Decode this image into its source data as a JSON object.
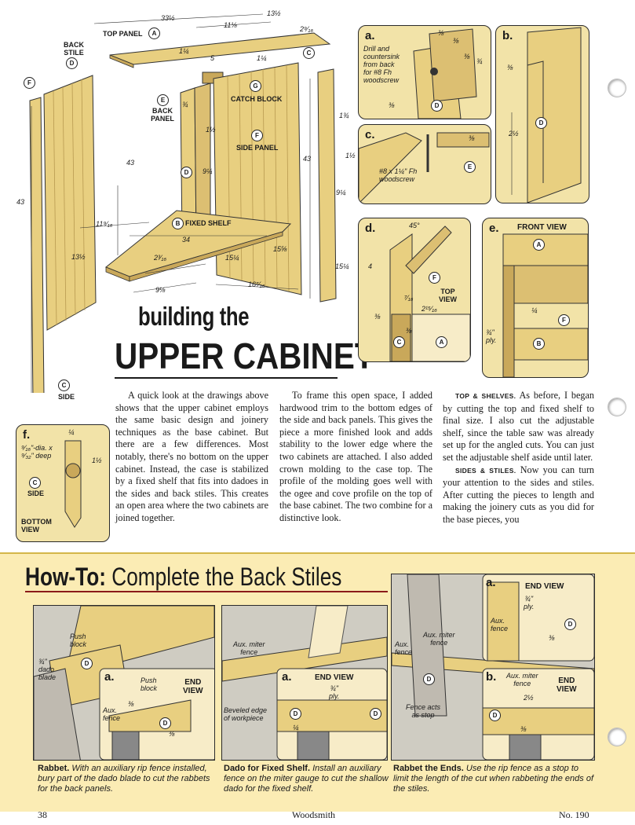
{
  "main_drawing": {
    "parts": {
      "top_panel": "TOP PANEL",
      "back_stile": "BACK STILE",
      "back_panel": "BACK PANEL",
      "catch_block": "CATCH BLOCK",
      "side_panel": "SIDE PANEL",
      "fixed_shelf": "FIXED SHELF",
      "side": "SIDE"
    },
    "letters": {
      "a": "A",
      "b": "B",
      "c": "C",
      "d": "D",
      "e": "E",
      "f": "F",
      "g": "G"
    },
    "dims": {
      "d33": "33½",
      "d13": "13½",
      "d11": "11⅛",
      "d2_9": "2⁹⁄₁₆",
      "d1_4": "1¼",
      "d5": "5",
      "d1_4b": "1¼",
      "d3_4": "¾",
      "d1_3_4": "1¾",
      "d1_half": "1½",
      "d1_half_b": "1½",
      "d43a": "43",
      "d43b": "43",
      "d43c": "43",
      "d9_4": "9¼",
      "d9_4b": "9¼",
      "d11_9": "11⁹⁄₁₆",
      "d34": "34",
      "d13_half": "13½",
      "d2_3": "2³⁄₁₆",
      "d15_4": "15¼",
      "d15_8": "15⅝",
      "d15_4b": "15¼",
      "d9_8": "9⅛",
      "d16_7": "16⁷⁄₁₆"
    }
  },
  "title": {
    "line1": "building the",
    "line2": "UPPER CABINET"
  },
  "detail_a": {
    "letter": "a.",
    "note": [
      "Drill and",
      "countersink",
      "from back",
      "for #8 Fh",
      "woodscrew"
    ],
    "dims": [
      "⅜",
      "⅜",
      "⅜",
      "¾",
      "⅜"
    ]
  },
  "detail_b": {
    "letter": "b.",
    "dims": [
      "⅜",
      "2½"
    ]
  },
  "detail_c": {
    "letter": "c.",
    "note": [
      "#8 x 1¼\" Fh",
      "woodscrew"
    ],
    "dims": [
      "⅜"
    ]
  },
  "detail_d": {
    "letter": "d.",
    "angle": "45°",
    "view": [
      "TOP",
      "VIEW"
    ],
    "dims": [
      "4",
      "⁷⁄₁₆",
      "2¹⁵⁄₁₆",
      "⅜",
      "⅜"
    ]
  },
  "detail_e": {
    "letter": "e.",
    "title": "FRONT VIEW",
    "dims": [
      "¼",
      "¾\"",
      "ply."
    ]
  },
  "detail_f": {
    "letter": "f.",
    "note": [
      "⁹⁄₁₆\"-dia. x",
      "⁹⁄₃₂\" deep"
    ],
    "dims": [
      "¼",
      "1½"
    ],
    "side_label": "SIDE",
    "view": [
      "BOTTOM",
      "VIEW"
    ]
  },
  "body_text": {
    "col1": "A quick look at the drawings above shows that the upper cabinet employs the same basic design and joinery techniques as the base cabinet. But there are a few differences. Most notably, there's no bottom on the upper cabinet. Instead, the case is stabilized by a fixed shelf that fits into dadoes in the sides and back stiles. This creates an open area where the two cabinets are joined together.",
    "col2": "To frame this open space, I added hardwood trim to the bottom edges of the side and back panels. This gives the piece a more finished look and adds stability to the lower edge where the two cabinets are attached. I also added crown molding to the case top. The profile of the molding goes well with the ogee and cove profile on the top of the base cabinet. The two combine for a distinctive look.",
    "col3_head1": "TOP & SHELVES.",
    "col3_p1": "As before, I began by cutting the top and fixed shelf to final size. I also cut the adjustable shelf, since the table saw was already set up for the angled cuts. You can just set the adjustable shelf aside until later.",
    "col3_head2": "SIDES & STILES.",
    "col3_p2": "Now you can turn your attention to the sides and stiles. After cutting the pieces to length and making the joinery cuts as you did for the base pieces, you"
  },
  "howto": {
    "label": "How-To:",
    "title": "Complete the Back Stiles",
    "panel1": {
      "labels": [
        "Push",
        "block",
        "¾\"",
        "dado",
        "blade",
        "Aux.",
        "fence"
      ],
      "inset_letter": "a.",
      "inset_title": [
        "END",
        "VIEW"
      ],
      "inset_labels": [
        "Push",
        "block",
        "⅜",
        "⅜"
      ],
      "caption_head": "Rabbet.",
      "caption": "With an auxiliary rip fence installed, bury part of the dado blade to cut the rabbets for the back panels."
    },
    "panel2": {
      "labels": [
        "Aux. miter",
        "fence",
        "Beveled edge",
        "of workpiece"
      ],
      "inset_letter": "a.",
      "inset_title": "END VIEW",
      "inset_labels": [
        "¾\"",
        "ply.",
        "¼"
      ],
      "caption_head": "Dado for Fixed Shelf.",
      "caption": "Install an auxiliary fence on the miter gauge to cut the shallow dado for the fixed shelf."
    },
    "panel3": {
      "labels": [
        "Aux. miter",
        "fence",
        "Aux.",
        "fence",
        "Fence acts",
        "as stop"
      ],
      "inset_a_letter": "a.",
      "inset_a_title": "END VIEW",
      "inset_a_labels": [
        "¾\"",
        "ply.",
        "Aux.",
        "fence",
        "⅜"
      ],
      "inset_b_letter": "b.",
      "inset_b_title": [
        "END",
        "VIEW"
      ],
      "inset_b_labels": [
        "Aux. miter",
        "fence",
        "2½",
        "⅜"
      ],
      "caption_head": "Rabbet the Ends.",
      "caption": "Use the rip fence as a stop to limit the length of the cut when rabbeting the ends of the stiles."
    }
  },
  "footer": {
    "page": "38",
    "magazine": "Woodsmith",
    "issue": "No. 190"
  },
  "colors": {
    "wood": "#e8cf80",
    "wood_dark": "#c9a85a",
    "panel_bg": "#f2e3a8",
    "howto_bg": "#fbecb4",
    "rule": "#b8962e"
  }
}
